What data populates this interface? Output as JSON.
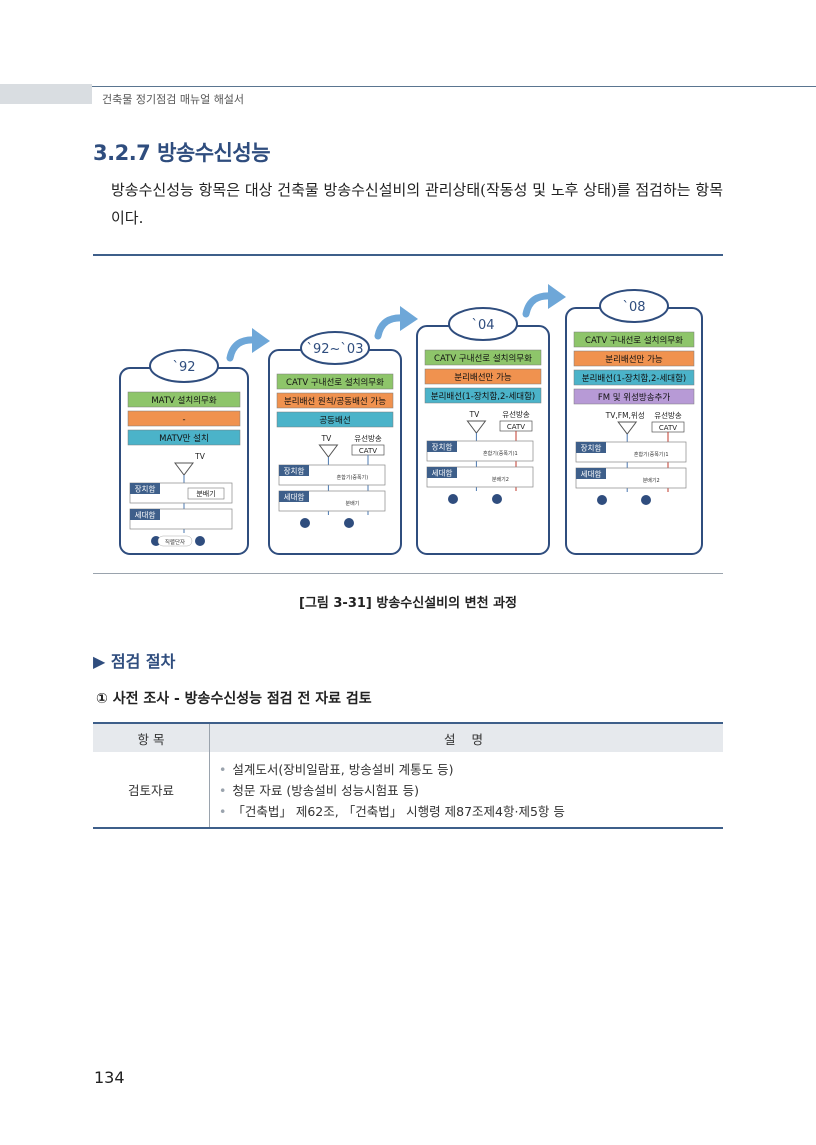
{
  "header": {
    "running_title": "건축물 정기점검 매뉴얼 해설서"
  },
  "section": {
    "title": "3.2.7 방송수신성능",
    "intro": "방송수신성능 항목은 대상 건축물 방송수신설비의 관리상태(작동성 및 노후 상태)를 점검하는 항목이다."
  },
  "figure": {
    "caption": "[그림 3-31] 방송수신설비의 변천 과정",
    "stages": [
      {
        "year": "`92",
        "items": [
          "MATV 설치의무화",
          "-",
          "MATV만 설치"
        ],
        "colors": [
          "#8ec56a",
          "#f0924f",
          "#4bb3c9"
        ],
        "tv_label": "TV",
        "box1": "장치함",
        "box2": "세대함",
        "splitter": "분배기",
        "outlet": "직렬단자"
      },
      {
        "year": "`92~`03",
        "items": [
          "CATV 구내선로 설치의무화",
          "분리배선 원칙/공동배선 가능",
          "공동배선"
        ],
        "colors": [
          "#8ec56a",
          "#f0924f",
          "#4bb3c9"
        ],
        "tv_label": "TV",
        "cable_label": "유선방송",
        "catv": "CATV",
        "box1": "장치함",
        "box2": "세대함",
        "sub1": "혼합기(증폭기)",
        "sub2": "분배기"
      },
      {
        "year": "`04",
        "items": [
          "CATV 구내선로 설치의무화",
          "분리배선만 가능",
          "분리배선(1-장치함,2-세대함)"
        ],
        "colors": [
          "#8ec56a",
          "#f0924f",
          "#4bb3c9"
        ],
        "tv_label": "TV",
        "cable_label": "유선방송",
        "catv": "CATV",
        "box1": "장치함",
        "box2": "세대함",
        "sub1": "혼합기(증폭기)1",
        "sub2": "분배기2"
      },
      {
        "year": "`08",
        "items": [
          "CATV 구내선로 설치의무화",
          "분리배선만 가능",
          "분리배선(1-장치함,2-세대함)",
          "FM 및 위성방송추가"
        ],
        "colors": [
          "#8ec56a",
          "#f0924f",
          "#4bb3c9",
          "#b79ad6"
        ],
        "tv_label": "TV,FM,위성",
        "cable_label": "유선방송",
        "catv": "CATV",
        "box1": "장치함",
        "box2": "세대함",
        "sub1": "혼합기(증폭기)1",
        "sub2": "분배기2"
      }
    ]
  },
  "procedure": {
    "title": "▶ 점검 절차",
    "step1_title": "① 사전 조사 - 방송수신성능 점검 전 자료 검토",
    "table": {
      "headers": [
        "항 목",
        "설 명"
      ],
      "row_label": "검토자료",
      "items": [
        "설계도서(장비일람표, 방송설비 계통도 등)",
        "청문 자료 (방송설비 성능시험표 등)",
        "「건축법」 제62조, 「건축법」 시행령 제87조제4항·제5항 등"
      ]
    }
  },
  "page_number": "134"
}
